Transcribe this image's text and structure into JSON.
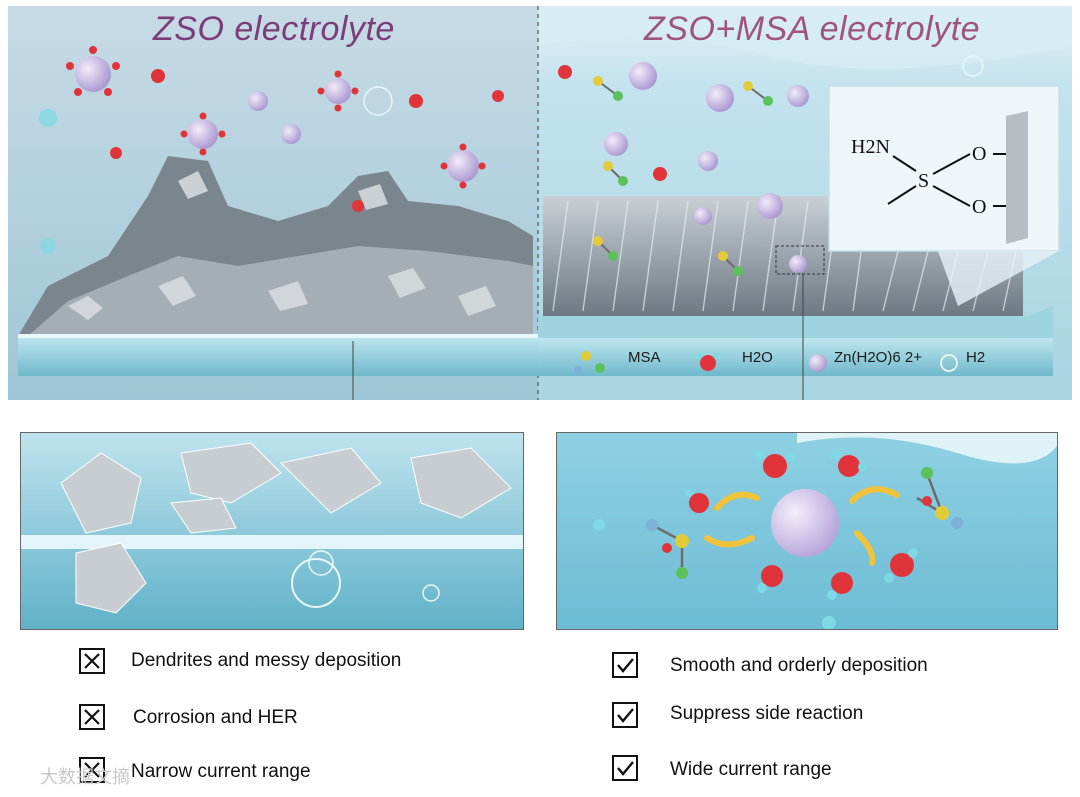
{
  "top_panel": {
    "left_title": "ZSO electrolyte",
    "right_title": "ZSO+MSA electrolyte"
  },
  "legend": {
    "items": [
      {
        "label": "MSA",
        "icon": "msa-molecule-icon"
      },
      {
        "label": "H2O",
        "icon": "water-molecule-icon"
      },
      {
        "label": "Zn(H2O)6 2+",
        "icon": "hydrated-zinc-ion-icon"
      },
      {
        "label": "H2",
        "icon": "hydrogen-bubble-icon"
      }
    ]
  },
  "structure": {
    "amine": "H2N",
    "sulfur": "S",
    "oxygen_top": "O",
    "oxygen_bottom": "O"
  },
  "criteria": {
    "left": [
      {
        "text": "Dendrites and messy deposition",
        "mark": "cross"
      },
      {
        "text": "Corrosion and HER",
        "mark": "cross"
      },
      {
        "text": "Narrow current range",
        "mark": "cross"
      }
    ],
    "right": [
      {
        "text": "Smooth and orderly deposition",
        "mark": "check"
      },
      {
        "text": "Suppress side reaction",
        "mark": "check"
      },
      {
        "text": "Wide current range",
        "mark": "check"
      }
    ]
  },
  "watermark": "大数据文摘",
  "colors": {
    "title": "#7a3d78",
    "zinc_ion": "#c8b6e6",
    "oxygen": "#e0343a",
    "hydrogen": "#7fd8e6",
    "substrate": "#9fd3e0"
  }
}
